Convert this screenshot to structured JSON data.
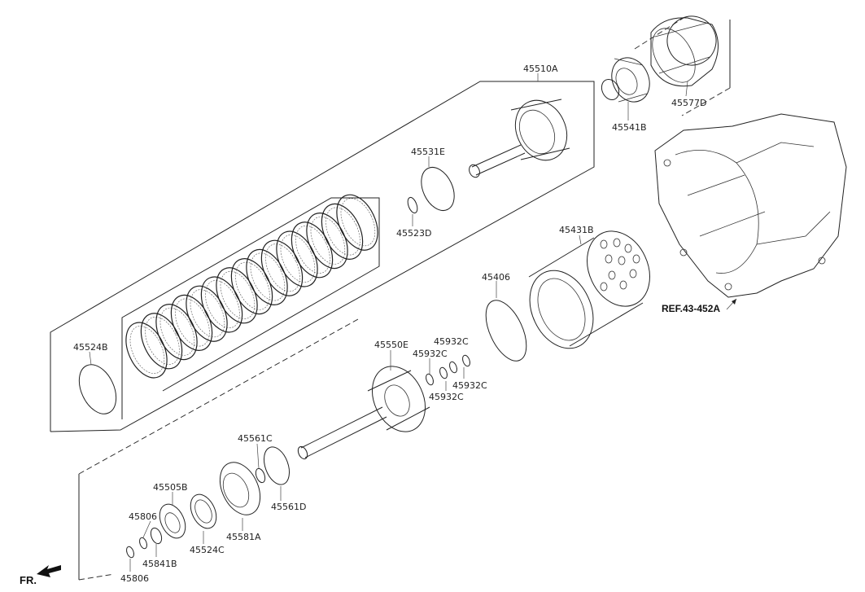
{
  "parts": {
    "p45510A": "45510A",
    "p45577D": "45577D",
    "p45541B": "45541B",
    "p45531E": "45531E",
    "p45523D": "45523D",
    "p45431B": "45431B",
    "p45406": "45406",
    "p45524B": "45524B",
    "p45550E": "45550E",
    "p45932C_a": "45932C",
    "p45932C_b": "45932C",
    "p45932C_c": "45932C",
    "p45932C_d": "45932C",
    "p45561C": "45561C",
    "p45561D": "45561D",
    "p45581A": "45581A",
    "p45505B": "45505B",
    "p45806_a": "45806",
    "p45806_b": "45806",
    "p45841B": "45841B",
    "p45524C": "45524C"
  },
  "reference": {
    "label": "REF.43-452A"
  },
  "orientation": {
    "label": "FR."
  }
}
